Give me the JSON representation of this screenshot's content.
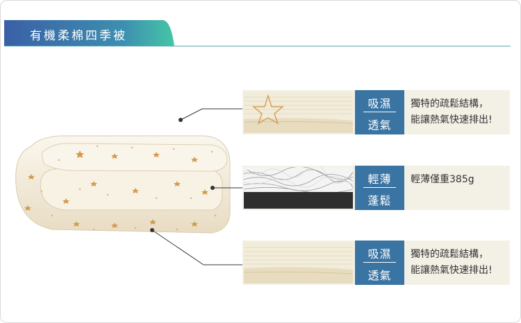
{
  "title": "有機柔棉四季被",
  "features": [
    {
      "badge_top": "吸濕",
      "badge_bottom": "透氣",
      "desc_line1": "獨特的疏鬆結構，",
      "desc_line2": "能讓熱氣快速排出!"
    },
    {
      "badge_top": "輕薄",
      "badge_bottom": "蓬鬆",
      "desc_line1": "輕薄僅重385g",
      "desc_line2": ""
    },
    {
      "badge_top": "吸濕",
      "badge_bottom": "透氣",
      "desc_line1": "獨特的疏鬆結構，",
      "desc_line2": "能讓熱氣快速排出!"
    }
  ],
  "colors": {
    "title_gradient_start": "#3a65a6",
    "title_gradient_end": "#3fbfa8",
    "badge": "#3a74a2",
    "star": "#d49a4a",
    "fabric": "#f3ecdc"
  },
  "icons": {
    "blanket": "folded-blanket-illustration"
  }
}
